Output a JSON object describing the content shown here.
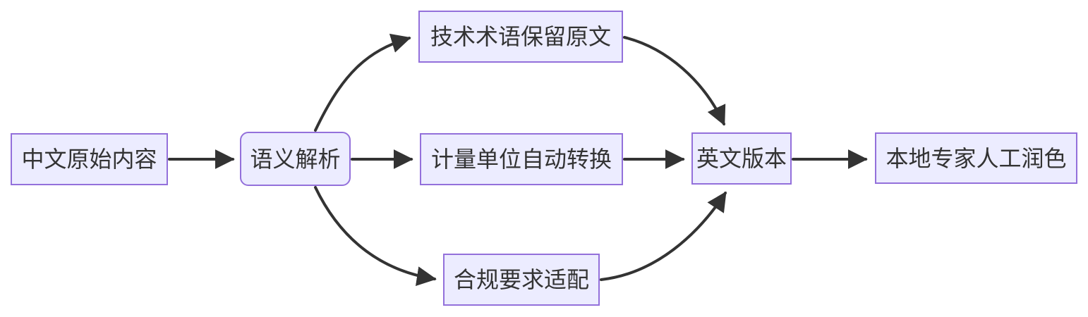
{
  "diagram": {
    "type": "flowchart-LR",
    "colors": {
      "background": "#ffffff",
      "node_fill": "#ECECFF",
      "node_border": "#9370DB",
      "edge": "#333333",
      "text": "#333333"
    },
    "nodes": [
      {
        "id": "source",
        "label": "中文原始内容",
        "shape": "rect"
      },
      {
        "id": "parse",
        "label": "语义解析",
        "shape": "rounded"
      },
      {
        "id": "terms",
        "label": "技术术语保留原文",
        "shape": "rect"
      },
      {
        "id": "units",
        "label": "计量单位自动转换",
        "shape": "rect"
      },
      {
        "id": "compliance",
        "label": "合规要求适配",
        "shape": "rect"
      },
      {
        "id": "english",
        "label": "英文版本",
        "shape": "rect"
      },
      {
        "id": "polish",
        "label": "本地专家人工润色",
        "shape": "rect"
      }
    ],
    "edges": [
      {
        "from": "source",
        "to": "parse"
      },
      {
        "from": "parse",
        "to": "terms"
      },
      {
        "from": "parse",
        "to": "units"
      },
      {
        "from": "parse",
        "to": "compliance"
      },
      {
        "from": "terms",
        "to": "english"
      },
      {
        "from": "units",
        "to": "english"
      },
      {
        "from": "compliance",
        "to": "english"
      },
      {
        "from": "english",
        "to": "polish"
      }
    ]
  }
}
